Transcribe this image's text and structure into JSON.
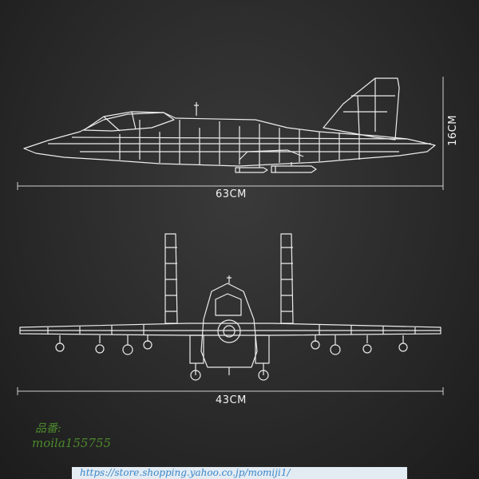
{
  "dimensions": {
    "side_length": "63CM",
    "side_height": "16CM",
    "front_width": "43CM"
  },
  "watermark": {
    "label": "品番:",
    "code": "moila155755"
  },
  "url": "https://store.shopping.yahoo.co.jp/momiji1/",
  "colors": {
    "background": "#2a2a2a",
    "line": "#e8e8e8",
    "watermark": "#4c8a2c",
    "url_text": "#3a86c8"
  }
}
